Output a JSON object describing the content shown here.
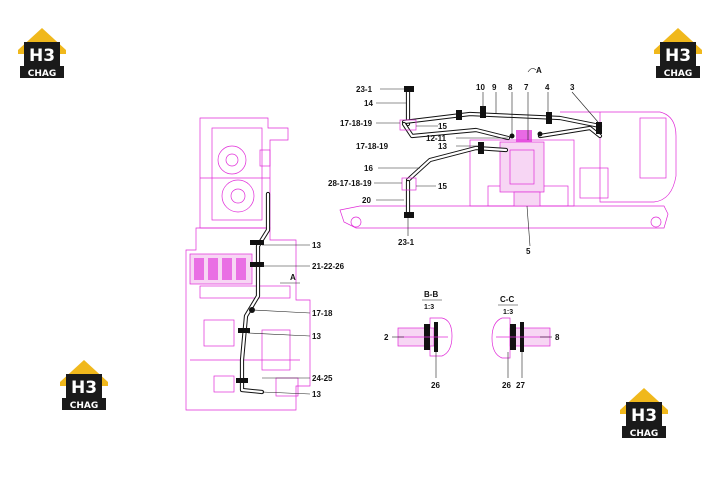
{
  "logos": [
    {
      "id": "logo-top-left",
      "letters": "H3",
      "caption": "CHAG"
    },
    {
      "id": "logo-top-right",
      "letters": "H3",
      "caption": "CHAG"
    },
    {
      "id": "logo-bottom-left",
      "letters": "H3",
      "caption": "CHAG"
    },
    {
      "id": "logo-bottom-right",
      "letters": "H3",
      "caption": "CHAG"
    }
  ],
  "main_view": {
    "labels": [
      "23-1",
      "14",
      "17-18-19",
      "10",
      "9",
      "8",
      "7",
      "4",
      "3",
      "15",
      "12-11",
      "13",
      "17-18-19",
      "16",
      "28-17-18-19",
      "15",
      "20",
      "23-1",
      "5"
    ],
    "view_marker": "A"
  },
  "side_view": {
    "labels": [
      "13",
      "21-22-26",
      "A",
      "17-18",
      "13",
      "24-25",
      "13"
    ]
  },
  "section_bb": {
    "title": "B-B",
    "scale": "1:3",
    "labels": [
      "2",
      "26"
    ]
  },
  "section_cc": {
    "title": "C-C",
    "scale": "1:3",
    "labels": [
      "8",
      "26",
      "27"
    ]
  },
  "colors": {
    "line": "#e02ad8",
    "fill": "#f7d6f4",
    "hose": "#111111",
    "logo_yellow": "#f0b81c",
    "logo_dark": "#1a1a1a"
  }
}
